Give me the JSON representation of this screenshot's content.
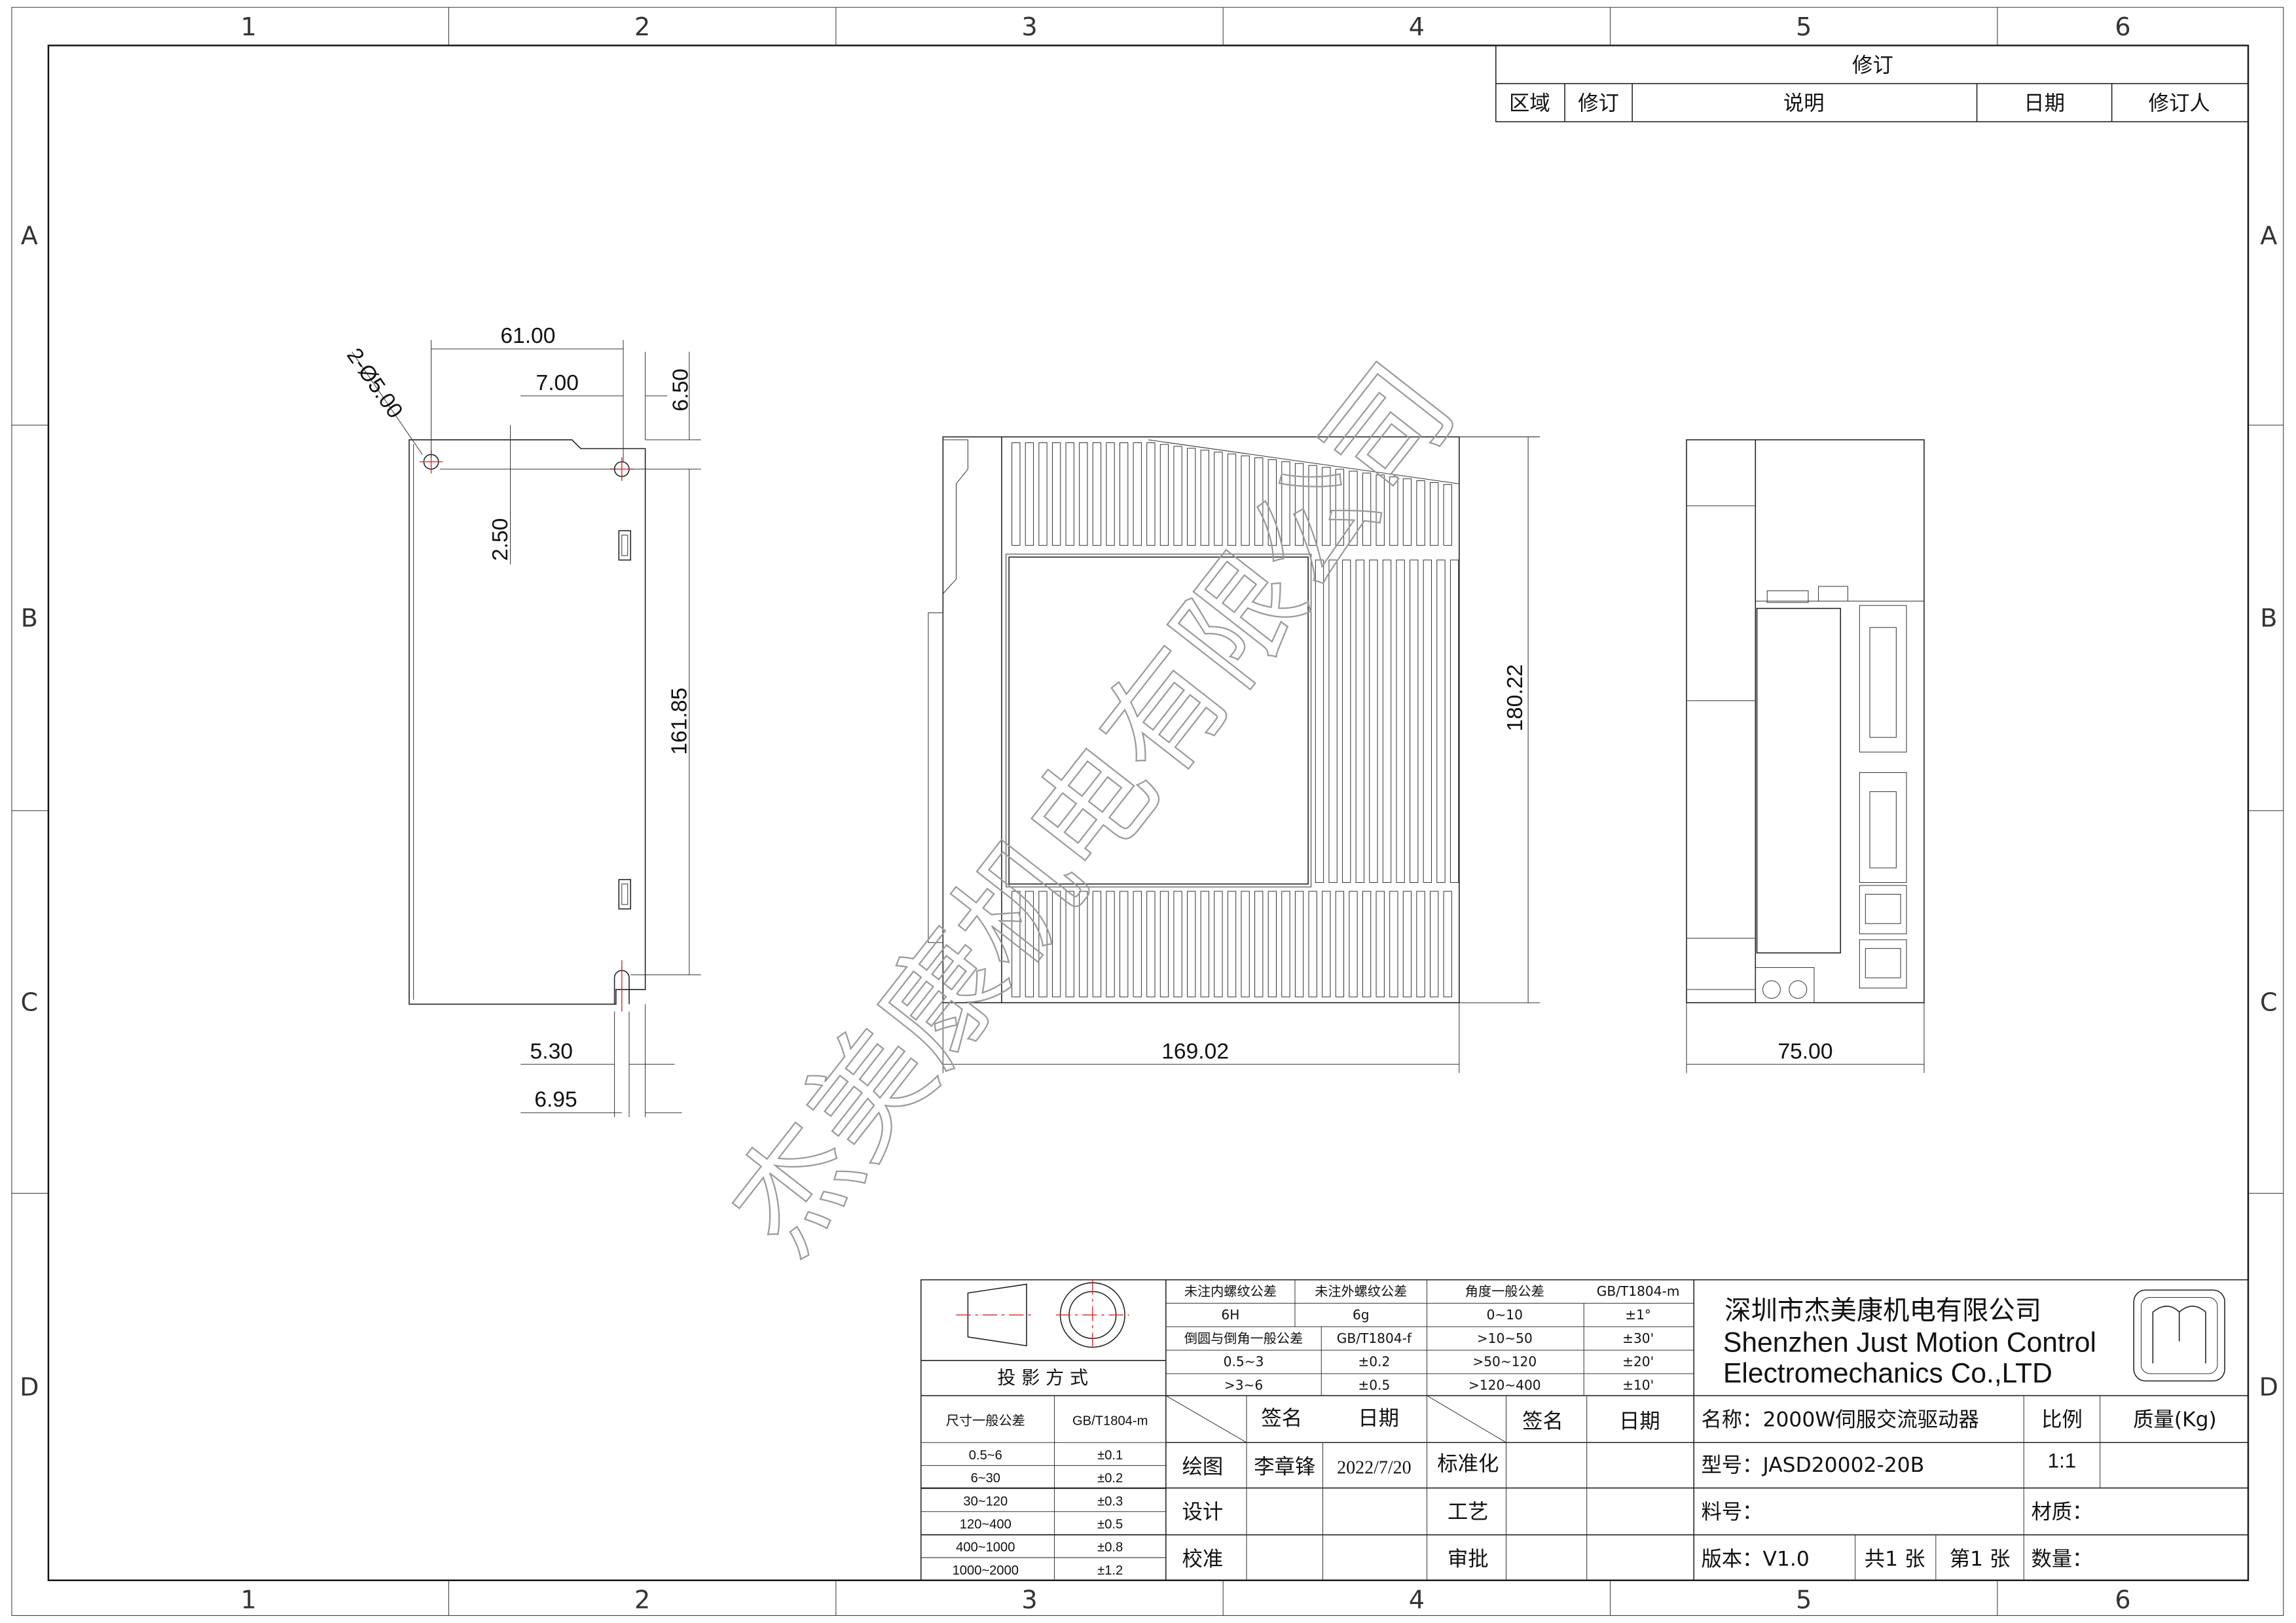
{
  "border": {
    "columns": [
      "1",
      "2",
      "3",
      "4",
      "5",
      "6"
    ],
    "rows": [
      "A",
      "B",
      "C",
      "D"
    ]
  },
  "revision": {
    "title": "修订",
    "headers": [
      "区域",
      "修订",
      "说明",
      "日期",
      "修订人"
    ]
  },
  "watermark": "杰美康机电有限公司",
  "dimensions": {
    "hole": "2-Ø5.00",
    "width_61": "61.00",
    "offset_7": "7.00",
    "offset_6_5": "6.50",
    "offset_2_5": "2.50",
    "pitch": "161.85",
    "offset_5_3": "5.30",
    "offset_6_95": "6.95",
    "depth": "169.02",
    "height": "180.22",
    "width_75": "75.00"
  },
  "title_block": {
    "projection_label": "投 影 方 式",
    "thread": {
      "row1": [
        "未注内螺纹公差",
        "未注外螺纹公差",
        "角度一般公差",
        "GB/T1804-m"
      ],
      "row2": [
        "6H",
        "6g",
        "0~10",
        "±1°"
      ],
      "row3": [
        "倒圆与倒角一般公差",
        "GB/T1804-f",
        ">10~50",
        "±30'"
      ],
      "row4": [
        "0.5~3",
        "±0.2",
        ">50~120",
        "±20'"
      ],
      "row5": [
        ">3~6",
        "±0.5",
        ">120~400",
        "±10'"
      ]
    },
    "tolerance": {
      "header": [
        "尺寸一般公差",
        "GB/T1804-m"
      ],
      "rows": [
        [
          "0.5~6",
          "±0.1"
        ],
        [
          "6~30",
          "±0.2"
        ],
        [
          "30~120",
          "±0.3"
        ],
        [
          "120~400",
          "±0.5"
        ],
        [
          "400~1000",
          "±0.8"
        ],
        [
          "1000~2000",
          "±1.2"
        ]
      ]
    },
    "sign_headers": [
      "签名",
      "日期",
      "签名",
      "日期"
    ],
    "roles_left": [
      "绘图",
      "设计",
      "校准"
    ],
    "roles_right": [
      "标准化",
      "工艺",
      "审批"
    ],
    "drawer": "李章锋",
    "draw_date": "2022/7/20",
    "company_cn": "深圳市杰美康机电有限公司",
    "company_en_1": "Shenzhen Just Motion Control",
    "company_en_2": "Electromechanics Co.,LTD",
    "name": "名称：2000W伺服交流驱动器",
    "model": "型号：JASD20002-20B",
    "part_no": "料号：",
    "version": "版本：V1.0",
    "sheets_total": "共1 张",
    "sheet_no": "第1 张",
    "scale_label": "比例",
    "scale_value": "1:1",
    "mass_label": "质量(Kg)",
    "material_label": "材质：",
    "quantity_label": "数量："
  }
}
